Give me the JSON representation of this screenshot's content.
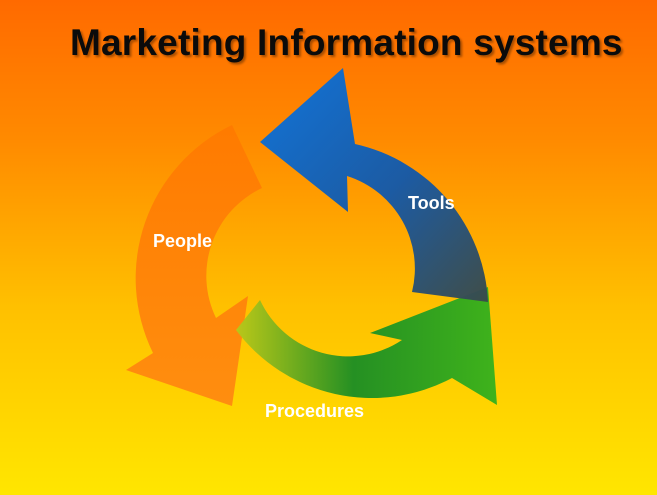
{
  "title": "Marketing Information systems",
  "cycle": {
    "stages": [
      {
        "id": "tools",
        "label": "Tools",
        "color_start": "#0a6fd8",
        "color_end": "#1e3f78"
      },
      {
        "id": "procedures",
        "label": "Procedures",
        "color_start": "#2ea21c",
        "color_end": "#9ccc1a"
      },
      {
        "id": "people",
        "label": "People",
        "color_start": "#ff8c00",
        "color_end": "#ff7a00"
      }
    ]
  }
}
